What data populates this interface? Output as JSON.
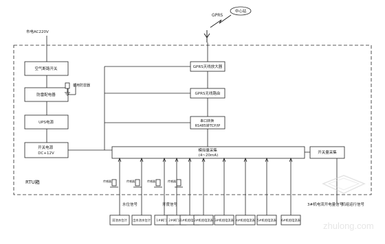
{
  "top": {
    "gprs_label": "GPRS",
    "center_label": "中心站",
    "power_input": "市电AC220V"
  },
  "rtu_label": "RTU箱",
  "left_chain": [
    "空气断路开关",
    "防雷配电器",
    "UPS电源",
    "开关电源\nDC+12V"
  ],
  "surge_note": "备用防雷器",
  "comm_chain": [
    "GPRS天线放大器",
    "GPRS无线路由",
    "串口转换\nRS485转TCP/IP"
  ],
  "analog_bus": "模拟量采集\n(4~20mA)",
  "switch_bus": "开关量采集",
  "sensor_symbols": [
    "传感器",
    "传感器",
    "传感器",
    "传感器"
  ],
  "group_labels": {
    "level": "水位信号",
    "valve": "开度信号",
    "pump_current": "3#机电流开电量信号",
    "pump_run": "机组运行信号"
  },
  "bottom_devices": [
    "前池水位计",
    "出水池水位计",
    "1#闸门开度",
    "2#闸门开度",
    "1#机组电流表",
    "2#机组电流表",
    "3#机组电流表",
    "4#机组电流表",
    "5#机组电流表",
    "6#机组电流表"
  ],
  "watermark": "zhulong.com",
  "colors": {
    "line": "#222222",
    "box_fill": "#ffffff",
    "watermark": "#d8d8d8"
  }
}
